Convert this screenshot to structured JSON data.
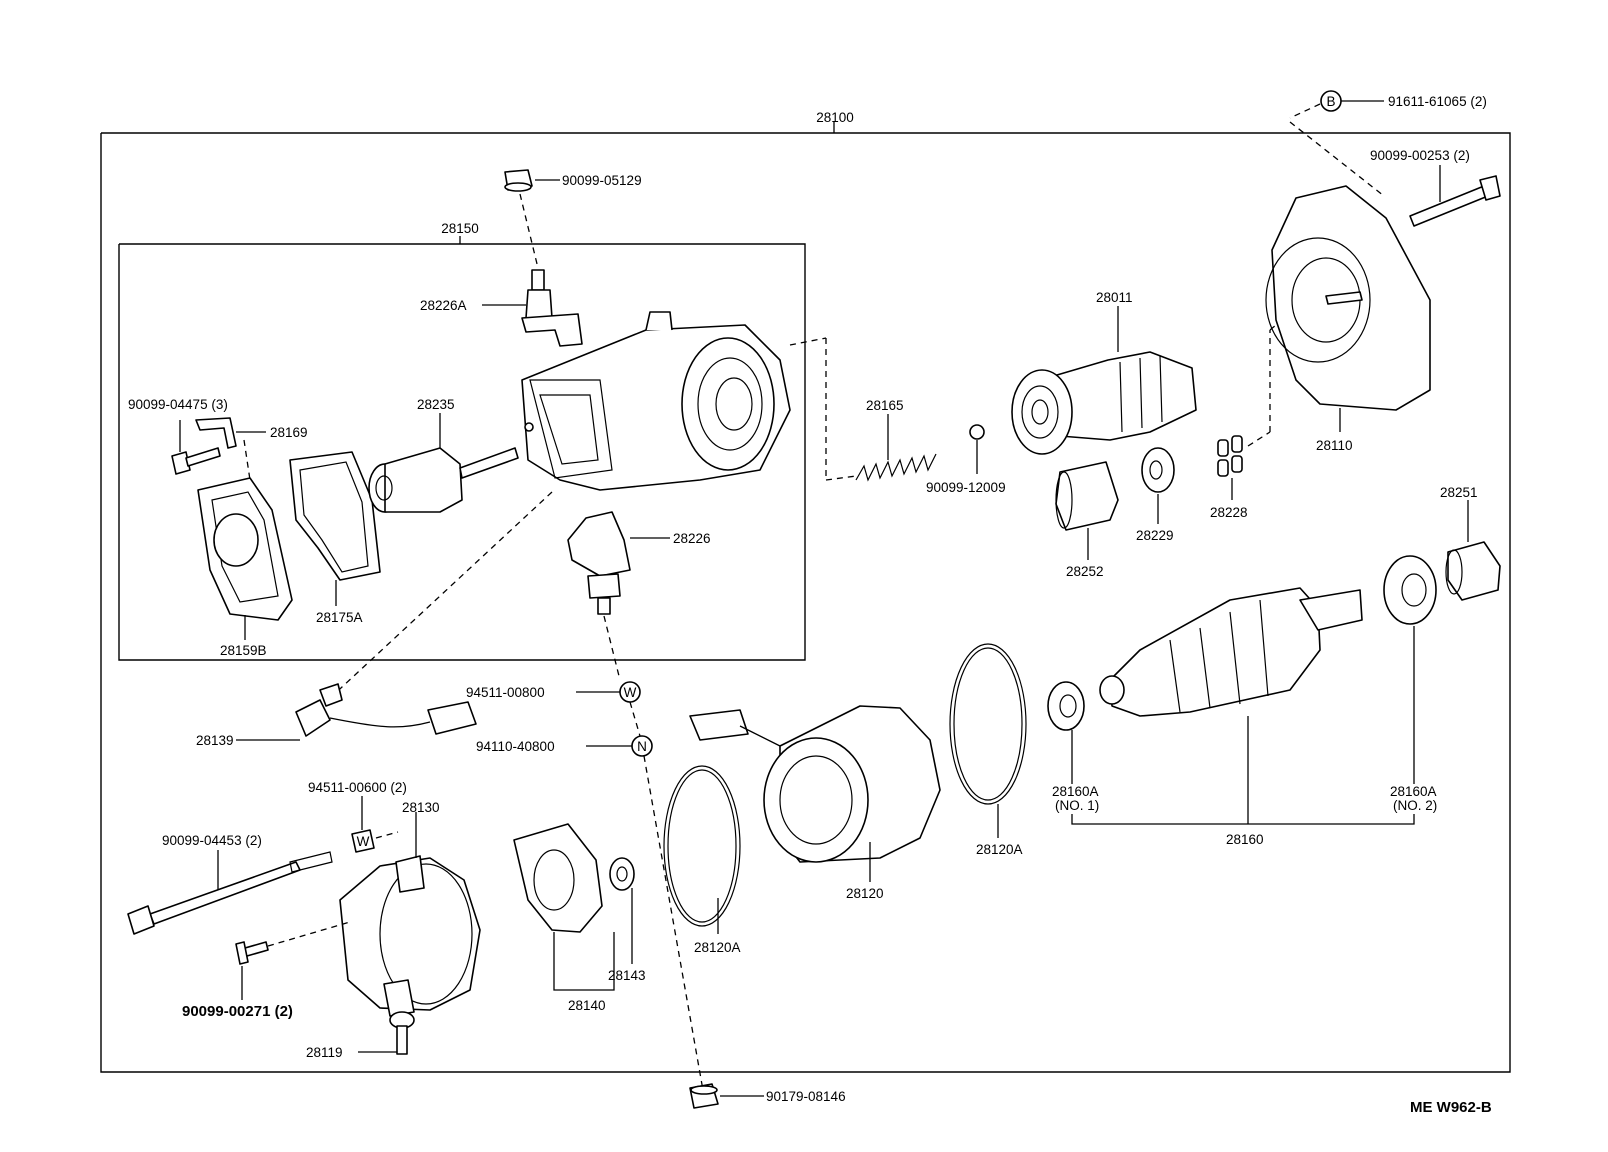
{
  "diagram_code": "ME W962-B",
  "labels": {
    "p28100": "28100",
    "p28150": "28150",
    "p90099_05129": "90099-05129",
    "p28226A": "28226A",
    "p90099_04475": "90099-04475 (3)",
    "p28169": "28169",
    "p28235": "28235",
    "p28226": "28226",
    "p28159B": "28159B",
    "p28175A": "28175A",
    "p28165": "28165",
    "p90099_12009": "90099-12009",
    "p28011": "28011",
    "p28252": "28252",
    "p28229": "28229",
    "p28228": "28228",
    "p91611_61065": "91611-61065 (2)",
    "p90099_00253": "90099-00253 (2)",
    "p28110": "28110",
    "p28251": "28251",
    "p94511_00800": "94511-00800",
    "p94110_40800": "94110-40800",
    "p28139": "28139",
    "p94511_00600": "94511-00600 (2)",
    "p28130": "28130",
    "p90099_04453": "90099-04453 (2)",
    "p90099_00271": "90099-00271  (2)",
    "p28119": "28119",
    "p28140": "28140",
    "p28143": "28143",
    "p28120A_left": "28120A",
    "p28120": "28120",
    "p28120A_right": "28120A",
    "p28160A_1": "28160A",
    "p28160A_1_sub": "(NO. 1)",
    "p28160A_2": "28160A",
    "p28160A_2_sub": "(NO. 2)",
    "p28160": "28160",
    "p90179_08146": "90179-08146"
  },
  "callout_marks": {
    "B": "B",
    "W": "W",
    "N": "N",
    "W2": "W"
  }
}
